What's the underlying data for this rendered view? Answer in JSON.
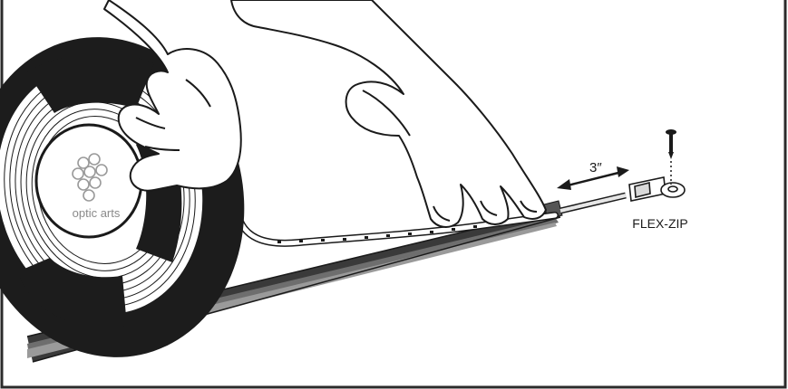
{
  "figure": {
    "reel_brand": "optic arts",
    "spacing_label": "3″",
    "clip_label": "FLEX-ZIP"
  },
  "colors": {
    "frame": "#2b2b2b",
    "reel": "#1c1c1c",
    "channel_dark": "#3a3a3a",
    "channel_mid": "#6e6e6e",
    "line": "#1a1a1a"
  }
}
